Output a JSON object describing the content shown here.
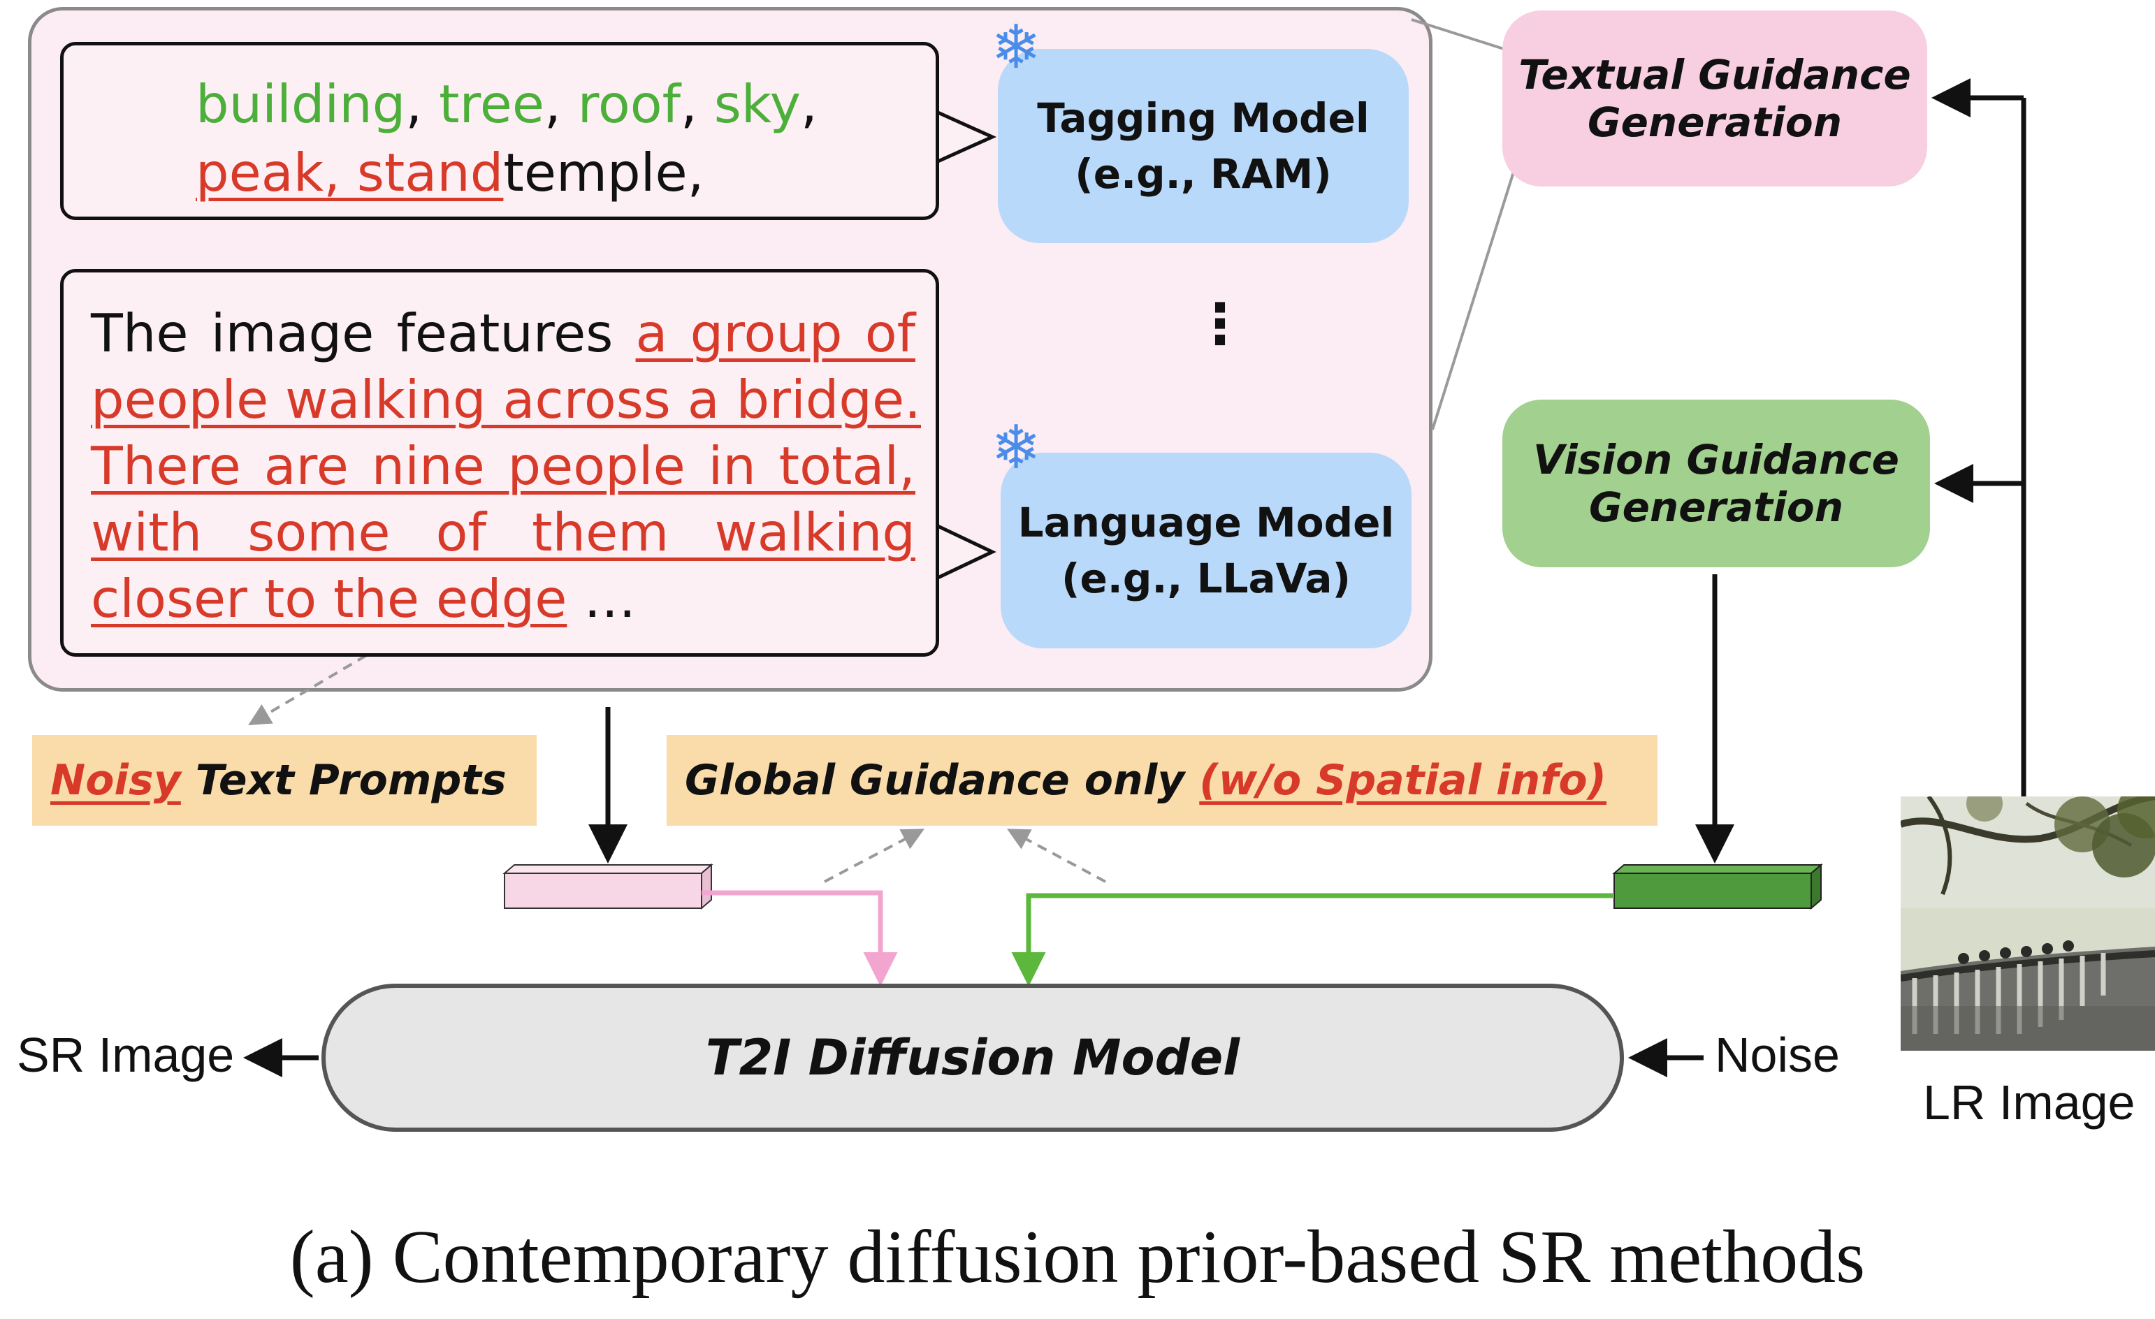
{
  "caption": "(a) Contemporary diffusion prior-based SR methods",
  "tags": {
    "green": [
      "building",
      "tree",
      "roof",
      "sky"
    ],
    "red": "peak, stand",
    "black": "temple,"
  },
  "llm_caption": {
    "line1_plain": "The image features ",
    "line1_red": "a group of",
    "line2_red": "people walking across a bridge.",
    "line3_red": "There are nine people in total,",
    "line4_red": "with some of them walking",
    "line5_red": "closer to the edge",
    "line5_tail": " …"
  },
  "models": {
    "tagging": {
      "name": "Tagging Model",
      "example": "(e.g., RAM)"
    },
    "language": {
      "name": "Language Model",
      "example": "(e.g., LLaVa)"
    },
    "frozen_icon": "snowflake-icon",
    "more_indicator": "⋮"
  },
  "guidance": {
    "textual": {
      "line1": "Textual Guidance",
      "line2": "Generation"
    },
    "vision": {
      "line1": "Vision Guidance",
      "line2": "Generation"
    }
  },
  "labels": {
    "noisy_red": "Noisy",
    "noisy_rest": " Text Prompts",
    "global_main": "Global Guidance only ",
    "global_red": "(w/o Spatial info)"
  },
  "diffusion_model": "T2I Diffusion Model",
  "io": {
    "sr_image": "SR Image",
    "noise": "Noise",
    "lr_image": "LR Image"
  },
  "colors": {
    "pink_embedding": "#f7d6e6",
    "pink_arrow": "#f2a6cf",
    "green_embedding": "#4f9a3c",
    "green_arrow": "#5cb73d",
    "highlight_red": "#d83a2a",
    "tag_green": "#4caf3a",
    "model_blue": "#b9d9fa",
    "label_orange": "#f9dcaa"
  }
}
